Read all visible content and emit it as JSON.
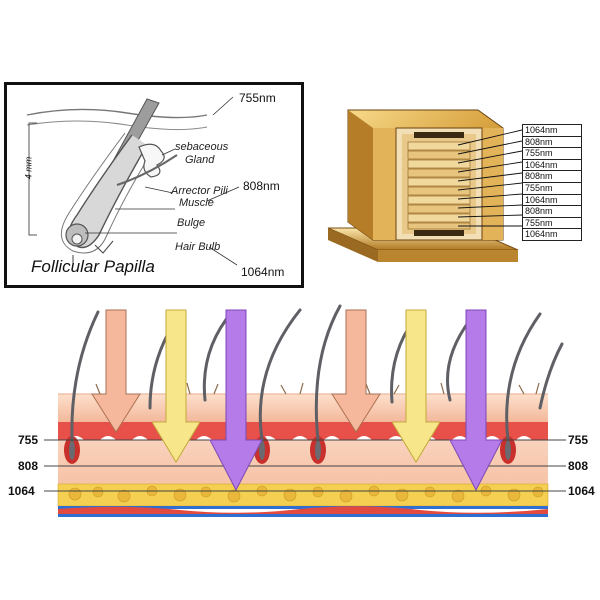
{
  "hair_diagram": {
    "title": "Follicular Papilla",
    "labels": {
      "sebaceous": "sebaceous",
      "gland": "Gland",
      "arrector_pili": "Arrector Pili",
      "muscle": "Muscle",
      "bulge": "Bulge",
      "hair_bulb": "Hair Bulb",
      "depth": "4 mm"
    },
    "wavelengths": {
      "top": "755nm",
      "middle": "808nm",
      "bottom": "1064nm"
    }
  },
  "laser_module": {
    "labels": [
      "1064nm",
      "808nm",
      "755nm",
      "1064nm",
      "808nm",
      "755nm",
      "1064nm",
      "808nm",
      "755nm",
      "1064nm"
    ],
    "colors": {
      "gold": "#d9a441",
      "gold_dark": "#8a5a17"
    }
  },
  "skin_diagram": {
    "left_labels": [
      "755",
      "808",
      "1064"
    ],
    "right_labels": [
      "755",
      "808",
      "1064"
    ],
    "arrow_colors": {
      "755": "#f6b89d",
      "808": "#f7e68a",
      "1064": "#b57be8"
    },
    "colors": {
      "epidermis": "#f6c5a6",
      "dermis_red": "#e84a45",
      "fat": "#f3c84d",
      "hair": "#5f5f66"
    }
  }
}
